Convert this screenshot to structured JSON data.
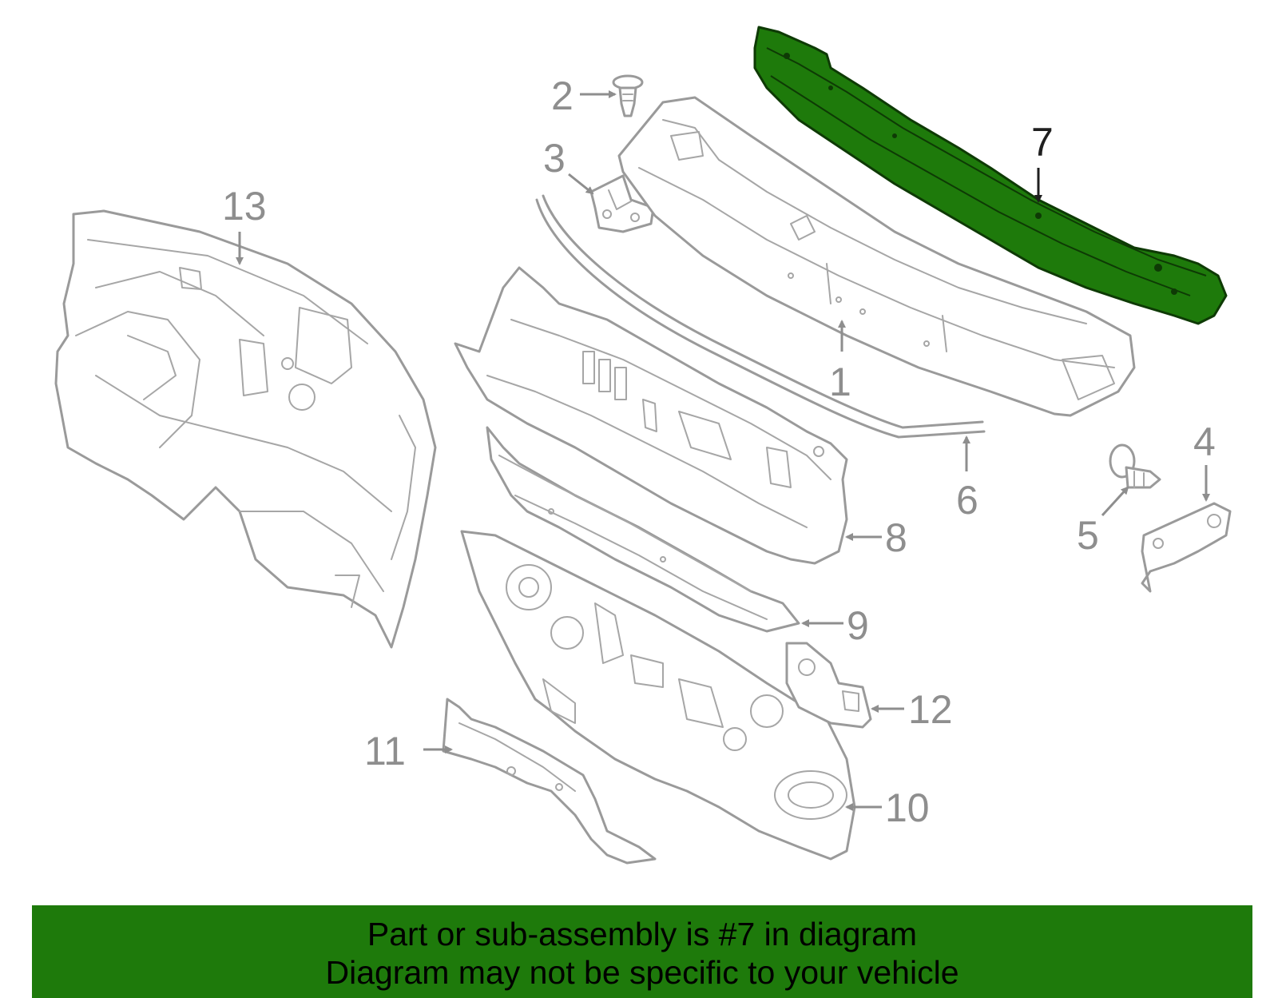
{
  "highlight": {
    "part_number": "7",
    "color": "#1e7a0b"
  },
  "callouts": [
    {
      "id": "1",
      "label": "1"
    },
    {
      "id": "2",
      "label": "2"
    },
    {
      "id": "3",
      "label": "3"
    },
    {
      "id": "4",
      "label": "4"
    },
    {
      "id": "5",
      "label": "5"
    },
    {
      "id": "6",
      "label": "6"
    },
    {
      "id": "7",
      "label": "7"
    },
    {
      "id": "8",
      "label": "8"
    },
    {
      "id": "9",
      "label": "9"
    },
    {
      "id": "10",
      "label": "10"
    },
    {
      "id": "11",
      "label": "11"
    },
    {
      "id": "12",
      "label": "12"
    },
    {
      "id": "13",
      "label": "13"
    }
  ],
  "banner": {
    "line1": "Part or sub-assembly is #7 in diagram",
    "line2": "Diagram may not be specific to your vehicle"
  }
}
